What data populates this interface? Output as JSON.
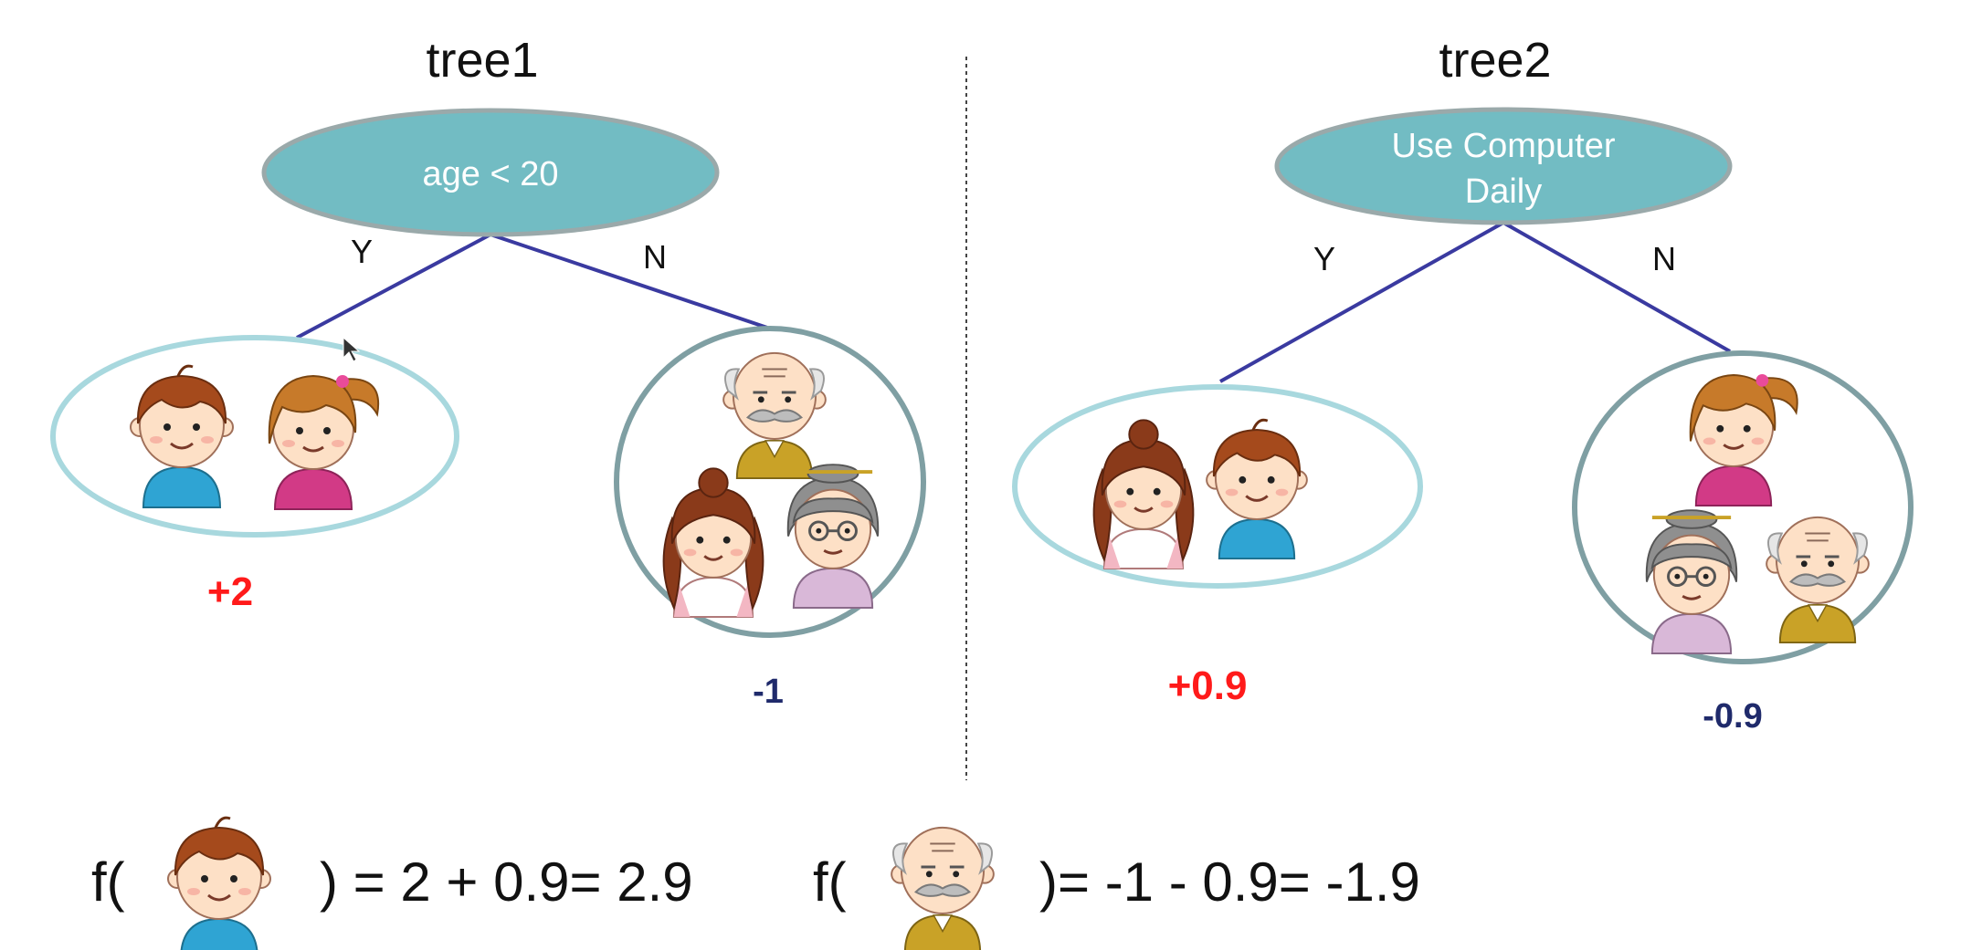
{
  "tree1": {
    "title": "tree1",
    "root_label": "age < 20",
    "yes_label": "Y",
    "no_label": "N",
    "yes_score": "+2",
    "no_score": "-1",
    "yes_leaf_members": [
      "boy",
      "girl"
    ],
    "no_leaf_members": [
      "grandpa",
      "mother",
      "grandma"
    ]
  },
  "tree2": {
    "title": "tree2",
    "root_label_line1": "Use Computer",
    "root_label_line2": "Daily",
    "yes_label": "Y",
    "no_label": "N",
    "yes_score": "+0.9",
    "no_score": "-0.9",
    "yes_leaf_members": [
      "mother",
      "boy"
    ],
    "no_leaf_members": [
      "girl",
      "grandma",
      "grandpa"
    ]
  },
  "formulas": {
    "boy_prefix": "f(",
    "boy_result": ") = 2 + 0.9= 2.9",
    "grandpa_prefix": "f(",
    "grandpa_result": ")= -1 - 0.9= -1.9"
  },
  "colors": {
    "node_fill": "#72bcc3",
    "leaf_yes_stroke": "#a8d8de",
    "leaf_no_stroke": "#7f9fa3",
    "edge": "#3a3aa0",
    "positive": "#ff1a1a",
    "negative": "#1f2a6b"
  }
}
